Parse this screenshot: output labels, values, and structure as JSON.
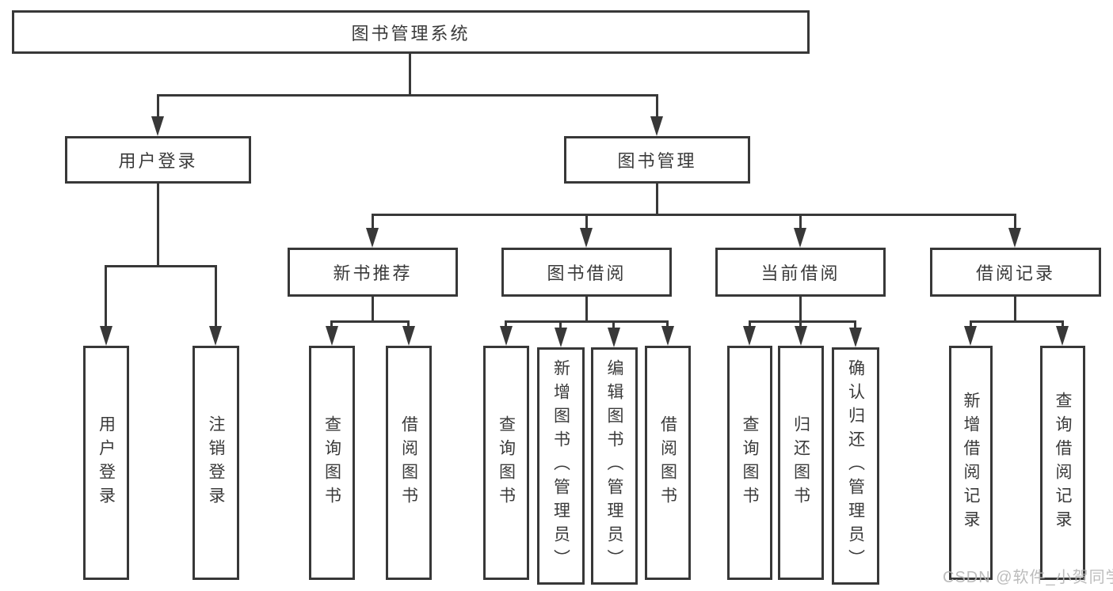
{
  "diagram_title": "图书管理系统",
  "nodes": {
    "root": "图书管理系统",
    "user_login": "用户登录",
    "book_mgmt": "图书管理",
    "new_book_rec": "新书推荐",
    "book_borrow": "图书借阅",
    "current_borrow": "当前借阅",
    "borrow_records": "借阅记录",
    "leaf_user_login": "用户登录",
    "leaf_logout": "注销登录",
    "leaf_nbr_query": "查询图书",
    "leaf_nbr_borrow": "借阅图书",
    "leaf_bb_query": "查询图书",
    "leaf_bb_add": "新增图书（管理员）",
    "leaf_bb_edit": "编辑图书（管理员）",
    "leaf_bb_borrow": "借阅图书",
    "leaf_cb_query": "查询图书",
    "leaf_cb_return": "归还图书",
    "leaf_cb_confirm": "确认归还（管理员）",
    "leaf_br_add": "新增借阅记录",
    "leaf_br_query": "查询借阅记录"
  },
  "tree": {
    "label": "图书管理系统",
    "children": [
      {
        "label": "用户登录",
        "children": [
          {
            "label": "用户登录"
          },
          {
            "label": "注销登录"
          }
        ]
      },
      {
        "label": "图书管理",
        "children": [
          {
            "label": "新书推荐",
            "children": [
              {
                "label": "查询图书"
              },
              {
                "label": "借阅图书"
              }
            ]
          },
          {
            "label": "图书借阅",
            "children": [
              {
                "label": "查询图书"
              },
              {
                "label": "新增图书（管理员）"
              },
              {
                "label": "编辑图书（管理员）"
              },
              {
                "label": "借阅图书"
              }
            ]
          },
          {
            "label": "当前借阅",
            "children": [
              {
                "label": "查询图书"
              },
              {
                "label": "归还图书"
              },
              {
                "label": "确认归还（管理员）"
              }
            ]
          },
          {
            "label": "借阅记录",
            "children": [
              {
                "label": "新增借阅记录"
              },
              {
                "label": "查询借阅记录"
              }
            ]
          }
        ]
      }
    ]
  },
  "watermark": "CSDN @软件_小贺同学",
  "colors": {
    "line": "#383838",
    "text": "#3a3a3a",
    "watermark": "#b5b5b5",
    "background": "#ffffff"
  }
}
